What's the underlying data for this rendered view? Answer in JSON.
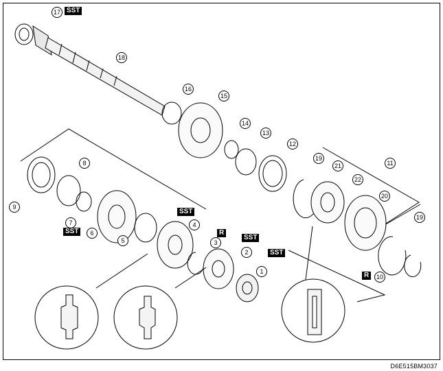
{
  "diagram": {
    "figure_code": "D6E515BM3037",
    "badges": {
      "sst": "SST",
      "r": "R"
    },
    "callouts": [
      "1",
      "2",
      "3",
      "4",
      "5",
      "6",
      "7",
      "8",
      "9",
      "10",
      "11",
      "12",
      "13",
      "14",
      "15",
      "16",
      "17",
      "18",
      "19",
      "20",
      "21",
      "22"
    ]
  }
}
